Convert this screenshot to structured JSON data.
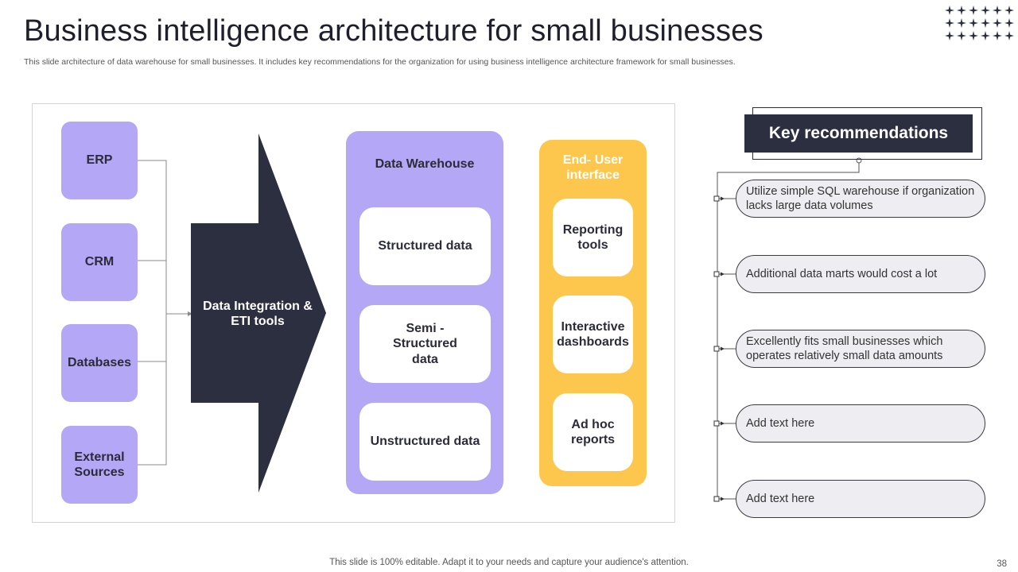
{
  "title": "Business intelligence architecture for small businesses",
  "subtitle": "This slide architecture of data warehouse for small businesses. It includes key recommendations for the organization for using business intelligence architecture framework for small businesses.",
  "sources": [
    "ERP",
    "CRM",
    "Databases",
    "External Sources"
  ],
  "integration_label": "Data Integration & ETI tools",
  "data_warehouse": {
    "title": "Data Warehouse",
    "items": [
      "Structured data",
      "Semi - Structured data",
      "Unstructured data"
    ]
  },
  "user_interface": {
    "title": "End- User interface",
    "items": [
      "Reporting tools",
      "Interactive dashboards",
      "Ad hoc reports"
    ]
  },
  "key_recommendations": {
    "title": "Key recommendations",
    "items": [
      "Utilize simple SQL warehouse if organization lacks large data volumes",
      "Additional  data marts would cost a lot",
      "Excellently fits small businesses which operates relatively small data amounts",
      "Add text here",
      "Add text here"
    ]
  },
  "footer": "This slide is 100% editable. Adapt it to your needs and capture your audience's attention.",
  "page_number": "38",
  "colors": {
    "lavender": "#b4a7f5",
    "yellow": "#fcc74c",
    "dark": "#2b2f3f"
  }
}
